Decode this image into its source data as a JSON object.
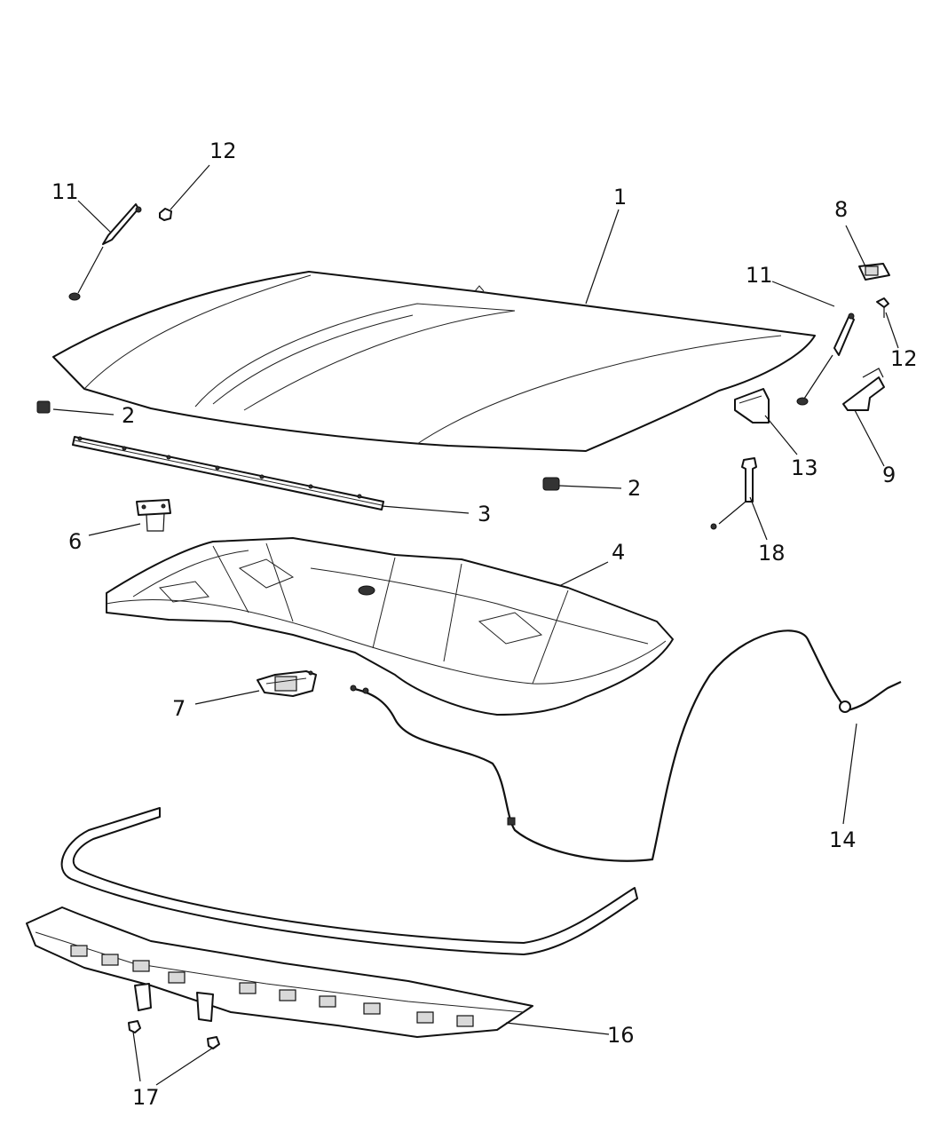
{
  "callouts": {
    "c1": "1",
    "c2a": "2",
    "c2b": "2",
    "c3": "3",
    "c4": "4",
    "c6": "6",
    "c7": "7",
    "c8": "8",
    "c9": "9",
    "c11a": "11",
    "c11b": "11",
    "c12a": "12",
    "c12b": "12",
    "c13": "13",
    "c14": "14",
    "c16": "16",
    "c17": "17",
    "c18": "18"
  }
}
